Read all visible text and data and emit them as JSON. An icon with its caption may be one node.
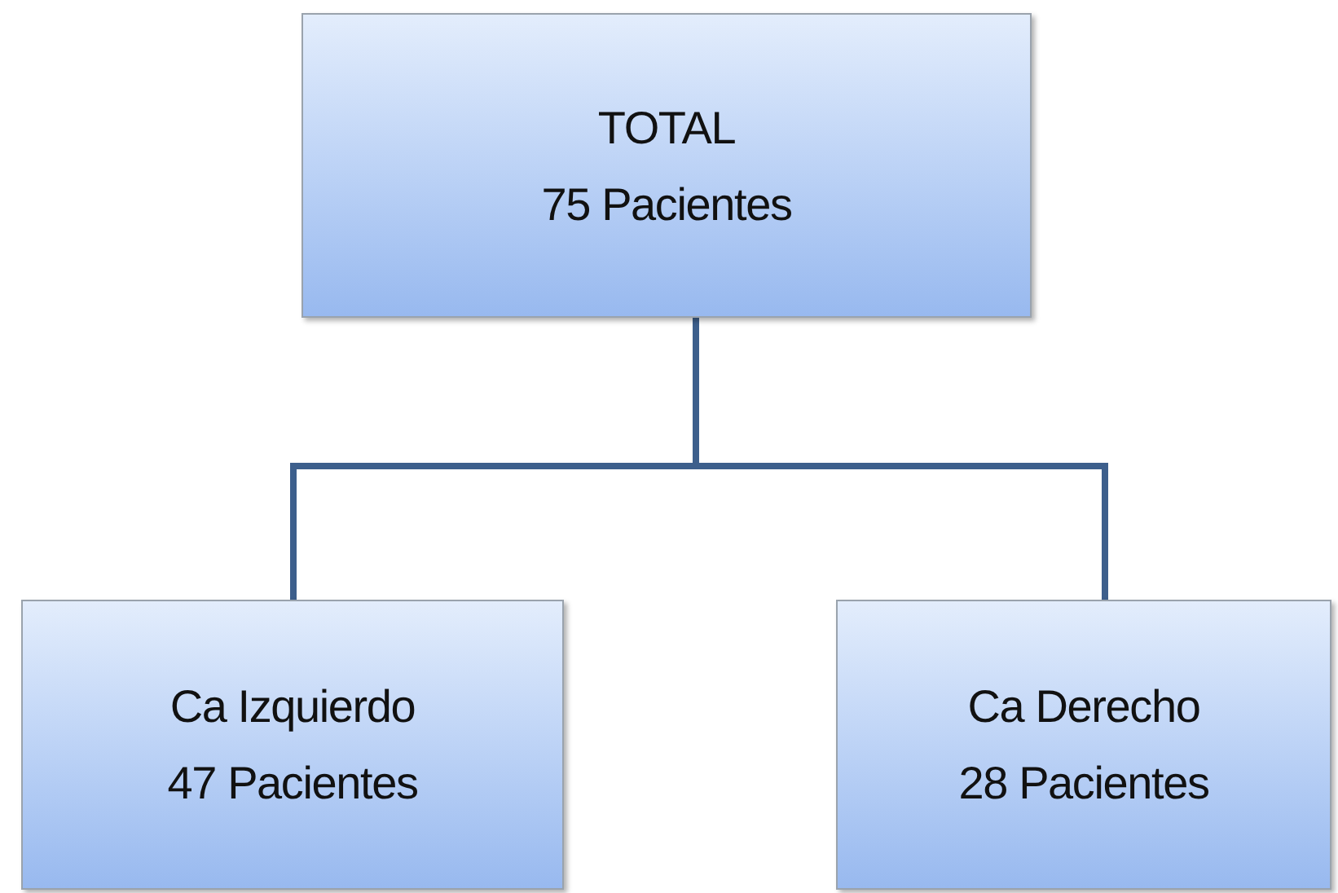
{
  "diagram": {
    "nodes": [
      {
        "text": [
          "TOTAL",
          "75 Pacientes"
        ]
      },
      {
        "text": [
          "Ca Izquierdo",
          "47 Pacientes"
        ]
      },
      {
        "text": [
          "Ca Derecho",
          "28 Pacientes"
        ]
      }
    ],
    "edges": [
      {
        "from": 0,
        "to": 1,
        "arrow": "none"
      },
      {
        "from": 0,
        "to": 2,
        "arrow": "none"
      }
    ]
  }
}
